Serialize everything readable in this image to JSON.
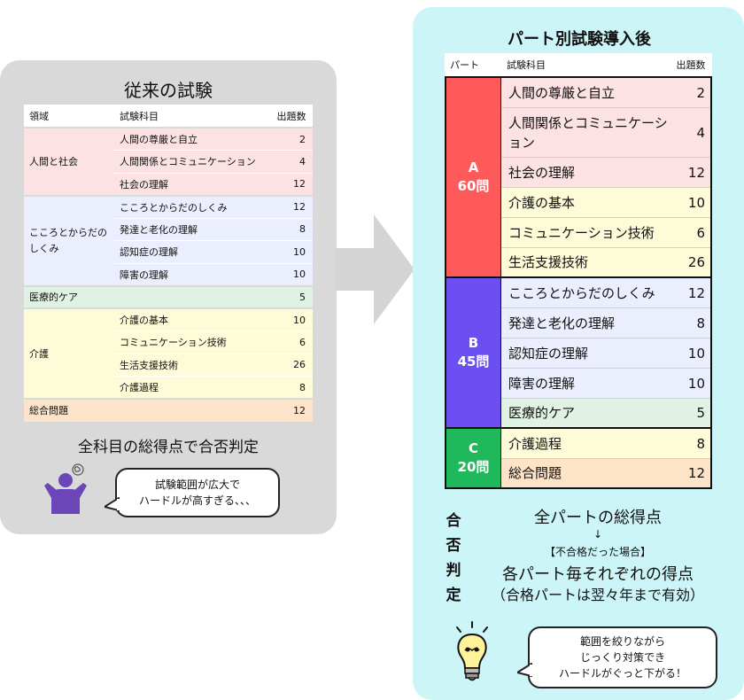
{
  "old_exam": {
    "title": "従来の試験",
    "headers": {
      "area": "領域",
      "subject": "試験科目",
      "count": "出題数"
    },
    "groups": [
      {
        "area": "人間と社会",
        "subjects": [
          {
            "name": "人間の尊厳と自立",
            "count": "2"
          },
          {
            "name": "人間関係とコミュニケーション",
            "count": "4"
          },
          {
            "name": "社会の理解",
            "count": "12"
          }
        ]
      },
      {
        "area": "こころとからだのしくみ",
        "subjects": [
          {
            "name": "こころとからだのしくみ",
            "count": "12"
          },
          {
            "name": "発達と老化の理解",
            "count": "8"
          },
          {
            "name": "認知症の理解",
            "count": "10"
          },
          {
            "name": "障害の理解",
            "count": "10"
          }
        ]
      },
      {
        "area": "医療的ケア",
        "count": "5"
      },
      {
        "area": "介護",
        "subjects": [
          {
            "name": "介護の基本",
            "count": "10"
          },
          {
            "name": "コミュニケーション技術",
            "count": "6"
          },
          {
            "name": "生活支援技術",
            "count": "26"
          },
          {
            "name": "介護過程",
            "count": "8"
          }
        ]
      },
      {
        "area": "総合問題",
        "count": "12"
      }
    ],
    "footer": "全科目の総得点で合否判定",
    "bubble_line1": "試験範囲が広大で",
    "bubble_line2": "ハードルが高すぎる、、、"
  },
  "new_exam": {
    "title": "パート別試験導入後",
    "headers": {
      "part": "パート",
      "subject": "試験科目",
      "count": "出題数"
    },
    "parts": [
      {
        "letter": "A",
        "total": "60問",
        "color": "#ff5a5a",
        "rows": [
          {
            "name": "人間の尊厳と自立",
            "count": "2",
            "bg": "#fde2e4"
          },
          {
            "name": "人間関係とコミュニケーション",
            "count": "4",
            "bg": "#fde2e4"
          },
          {
            "name": "社会の理解",
            "count": "12",
            "bg": "#fde2e4"
          },
          {
            "name": "介護の基本",
            "count": "10",
            "bg": "#fdfbd8"
          },
          {
            "name": "コミュニケーション技術",
            "count": "6",
            "bg": "#fdfbd8"
          },
          {
            "name": "生活支援技術",
            "count": "26",
            "bg": "#fdfbd8"
          }
        ]
      },
      {
        "letter": "B",
        "total": "45問",
        "color": "#6b4ff0",
        "rows": [
          {
            "name": "こころとからだのしくみ",
            "count": "12",
            "bg": "#ebeefc"
          },
          {
            "name": "発達と老化の理解",
            "count": "8",
            "bg": "#ebeefc"
          },
          {
            "name": "認知症の理解",
            "count": "10",
            "bg": "#ebeefc"
          },
          {
            "name": "障害の理解",
            "count": "10",
            "bg": "#ebeefc"
          },
          {
            "name": "医療的ケア",
            "count": "5",
            "bg": "#e0f2e3"
          }
        ]
      },
      {
        "letter": "C",
        "total": "20問",
        "color": "#1fb85a",
        "rows": [
          {
            "name": "介護過程",
            "count": "8",
            "bg": "#fdfbd8"
          },
          {
            "name": "総合問題",
            "count": "12",
            "bg": "#fde3c8"
          }
        ]
      }
    ],
    "judge_vertical": "合否判定",
    "judge_line1": "全パートの総得点",
    "judge_arrow": "↓",
    "judge_line2": "【不合格だった場合】",
    "judge_line3": "各パート毎それぞれの得点",
    "judge_line4": "（合格パートは翌々年まで有効）",
    "bubble_line1": "範囲を絞りながら",
    "bubble_line2": "じっくり対策でき",
    "bubble_line3": "ハードルがぐっと下がる！"
  },
  "icons": {
    "person": "worried-person-icon",
    "bulb": "light-bulb-icon",
    "arrow": "right-arrow-icon"
  }
}
